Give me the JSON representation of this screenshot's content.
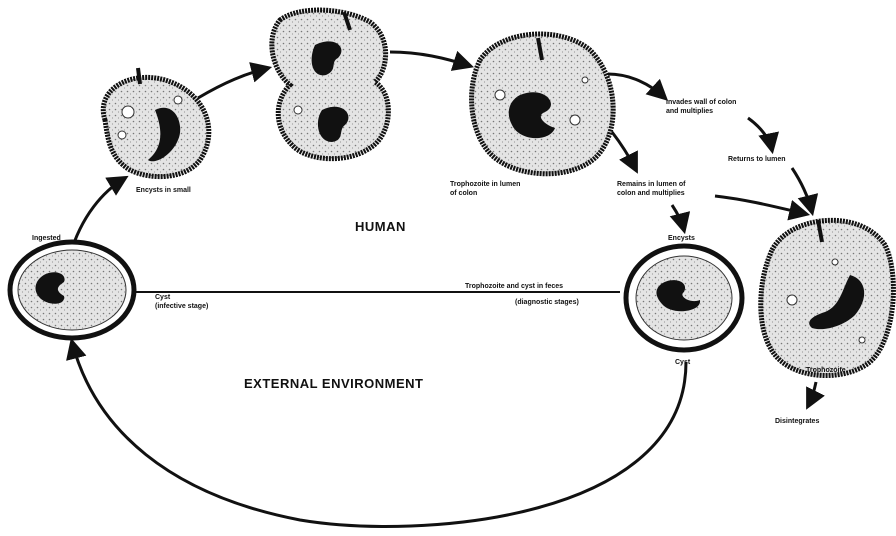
{
  "diagram": {
    "regions": {
      "human": "HUMAN",
      "external": "EXTERNAL ENVIRONMENT"
    },
    "labels": {
      "encyst_small": "Encysts in small",
      "ingested": "Ingested",
      "cyst_infective_1": "Cyst",
      "cyst_infective_2": "(infective stage)",
      "trophozoite_lumen_1": "Trophozoite in lumen",
      "trophozoite_lumen_2": "of colon",
      "invades_1": "Invades wall of colon",
      "invades_2": "and multiplies",
      "returns": "Returns to lumen",
      "remains_1": "Remains in lumen of",
      "remains_2": "colon and multiplies",
      "encysts": "Encysts",
      "faeces_1": "Trophozoite and cyst in feces",
      "faeces_2": "(diagnostic stages)",
      "cyst": "Cyst",
      "trophozoite": "Trophozoite",
      "disintegrates": "Disintegrates"
    },
    "colors": {
      "ink": "#111111",
      "cell_fill": "#e6e6e6",
      "background": "#ffffff"
    }
  }
}
